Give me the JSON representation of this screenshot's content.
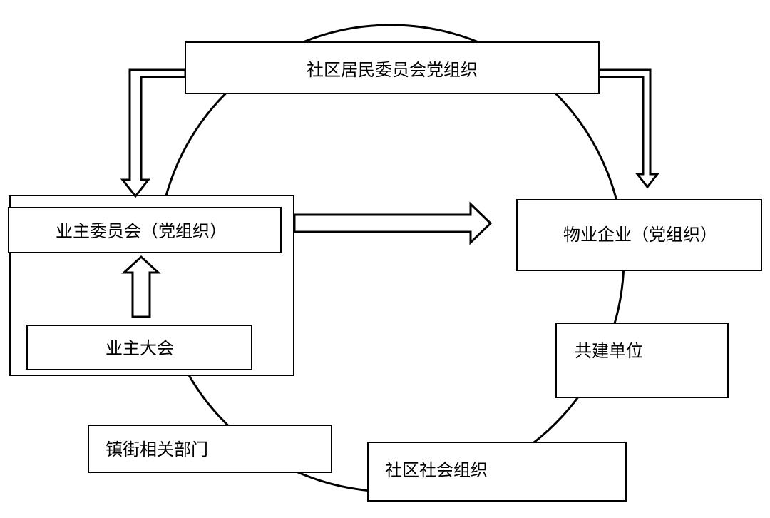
{
  "nodes": {
    "residents_committee_party": "社区居民委员会党组织",
    "owners_committee": "业主委员会（党组织）",
    "owners_assembly": "业主大会",
    "property_company": "物业企业（党组织）",
    "co_building_units": "共建单位",
    "town_departments": "镇街相关部门",
    "community_social_orgs": "社区社会组织"
  },
  "colors": {
    "stroke": "#000000",
    "fill": "#ffffff"
  }
}
